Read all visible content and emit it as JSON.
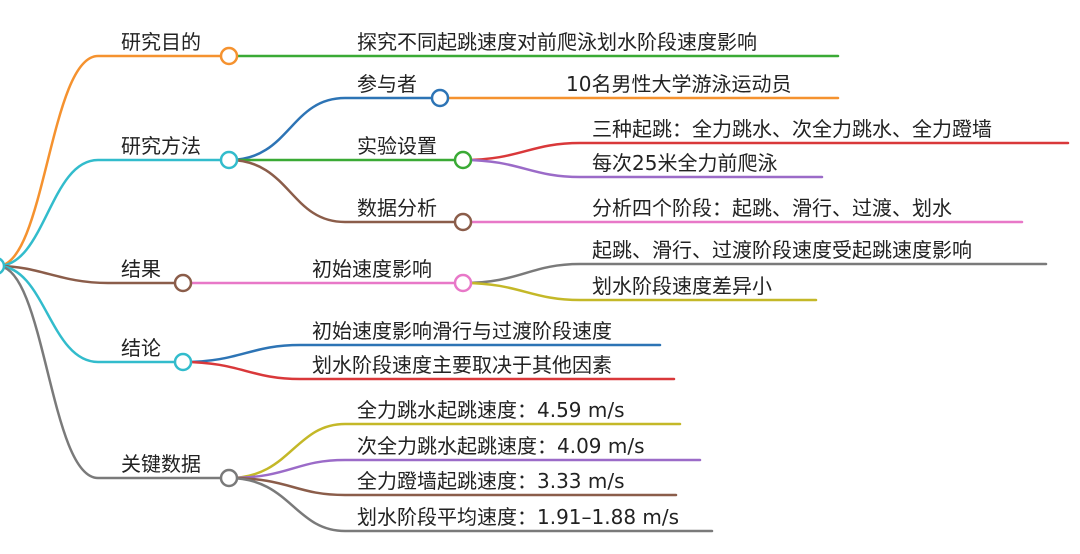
{
  "colors": {
    "orange": "#f5922f",
    "green": "#3aaa35",
    "cyan": "#32bccc",
    "blue": "#2d74b5",
    "red": "#d9383a",
    "purple": "#9b6bc8",
    "brown": "#8b5d4a",
    "pink": "#e878c8",
    "gray": "#7a7a7a",
    "olive": "#c4b828"
  },
  "mindmap": {
    "branches": [
      {
        "label": "研究目的",
        "children": [
          {
            "label": "探究不同起跳速度对前爬泳划水阶段速度影响"
          }
        ]
      },
      {
        "label": "研究方法",
        "children": [
          {
            "label": "参与者",
            "children": [
              {
                "label": "10名男性大学游泳运动员"
              }
            ]
          },
          {
            "label": "实验设置",
            "children": [
              {
                "label": "三种起跳：全力跳水、次全力跳水、全力蹬墙"
              },
              {
                "label": "每次25米全力前爬泳"
              }
            ]
          },
          {
            "label": "数据分析",
            "children": [
              {
                "label": "分析四个阶段：起跳、滑行、过渡、划水"
              }
            ]
          }
        ]
      },
      {
        "label": "结果",
        "children": [
          {
            "label": "初始速度影响",
            "children": [
              {
                "label": "起跳、滑行、过渡阶段速度受起跳速度影响"
              },
              {
                "label": "划水阶段速度差异小"
              }
            ]
          }
        ]
      },
      {
        "label": "结论",
        "children": [
          {
            "label": "初始速度影响滑行与过渡阶段速度"
          },
          {
            "label": "划水阶段速度主要取决于其他因素"
          }
        ]
      },
      {
        "label": "关键数据",
        "children": [
          {
            "label": "全力跳水起跳速度：4.59 m/s"
          },
          {
            "label": "次全力跳水起跳速度：4.09 m/s"
          },
          {
            "label": "全力蹬墙起跳速度：3.33 m/s"
          },
          {
            "label": "划水阶段平均速度：1.91–1.88 m/s"
          }
        ]
      }
    ]
  }
}
